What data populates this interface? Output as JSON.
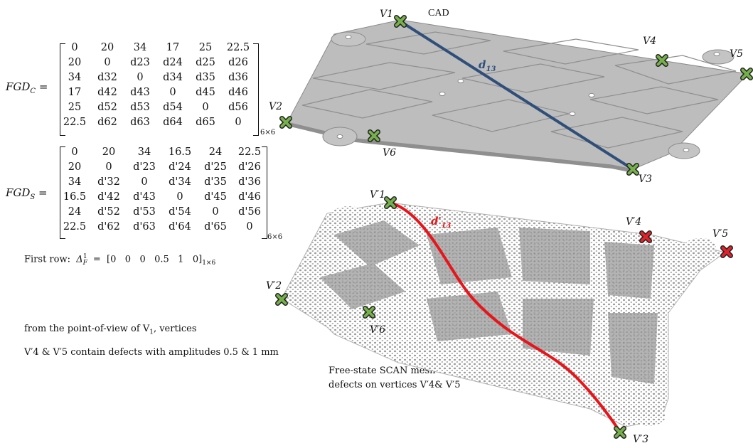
{
  "matrix_c": {
    "label": "FGD",
    "label_sub": "C",
    "size": "6×6",
    "rows": [
      [
        "0",
        "20",
        "34",
        "17",
        "25",
        "22.5"
      ],
      [
        "20",
        "0",
        "d23",
        "d24",
        "d25",
        "d26"
      ],
      [
        "34",
        "d32",
        "0",
        "d34",
        "d35",
        "d36"
      ],
      [
        "17",
        "d42",
        "d43",
        "0",
        "d45",
        "d46"
      ],
      [
        "25",
        "d52",
        "d53",
        "d54",
        "0",
        "d56"
      ],
      [
        "22.5",
        "d62",
        "d63",
        "d64",
        "d65",
        "0"
      ]
    ]
  },
  "matrix_s": {
    "label": "FGD",
    "label_sub": "S",
    "size": "6×6",
    "rows": [
      [
        "0",
        "20",
        "34",
        "16.5",
        "24",
        "22.5"
      ],
      [
        "20",
        "0",
        "d'23",
        "d'24",
        "d'25",
        "d'26"
      ],
      [
        "34",
        "d'32",
        "0",
        "d'34",
        "d'35",
        "d'36"
      ],
      [
        "16.5",
        "d'42",
        "d'43",
        "0",
        "d'45",
        "d'46"
      ],
      [
        "24",
        "d'52",
        "d'53",
        "d'54",
        "0",
        "d'56"
      ],
      [
        "22.5",
        "d'62",
        "d'63",
        "d'64",
        "d'65",
        "0"
      ]
    ]
  },
  "first_row": {
    "prefix": "First row:",
    "symbol": "Δ",
    "values": "[0   0   0   0.5   1   0]",
    "size": "1×6"
  },
  "notes": {
    "line1": "from the point-of-view of V",
    "line1_sub": "1",
    "line1_end": ", vertices",
    "line2": "V′4 & V′5 contain defects with amplitudes 0.5 & 1 mm"
  },
  "cad": {
    "title": "CAD",
    "distance_label": "d",
    "distance_sub": "13",
    "vertices": [
      "V1",
      "V2",
      "V3",
      "V4",
      "V5",
      "V6"
    ]
  },
  "scan": {
    "caption_line1": "Free-state SCAN mesh with",
    "caption_line2": "defects on vertices V′4& V′5",
    "distance_label": "d′",
    "distance_sub": "13",
    "vertices": [
      "V′1",
      "V′2",
      "V′3",
      "V′4",
      "V′5",
      "V′6"
    ]
  },
  "colors": {
    "cad_plate": "#b9b9b9",
    "cad_line": "#2f4f7a",
    "scan_mesh": "#a0a0a0",
    "scan_line": "#e8141a",
    "marker_ok": "#76b04b",
    "marker_defect": "#e0222a"
  }
}
